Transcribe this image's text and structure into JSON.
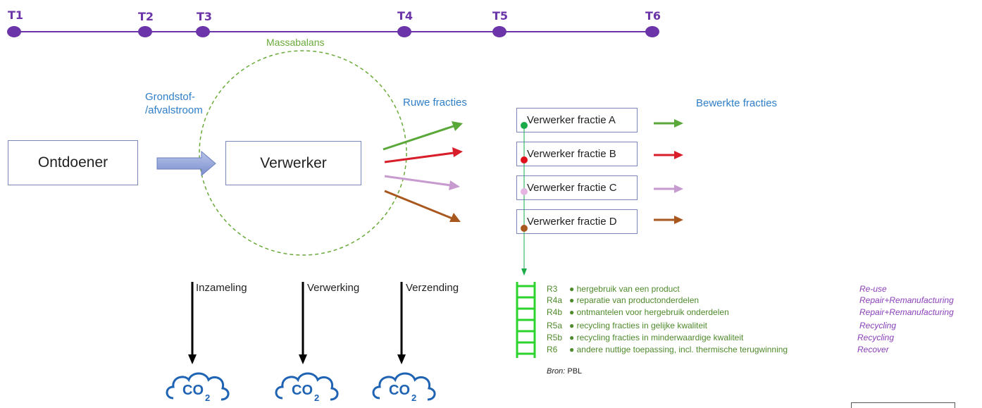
{
  "timeline": {
    "labels": [
      "T1",
      "T2",
      "T3",
      "T4",
      "T5",
      "T6"
    ]
  },
  "massabalans_label": "Massabalans",
  "input_label_line1": "Grondstof-",
  "input_label_line2": "/afvalstroom",
  "ontdoener_label": "Ontdoener",
  "verwerker_label": "Verwerker",
  "ruwe_fracties_label": "Ruwe fracties",
  "bewerkte_fracties_label": "Bewerkte fracties",
  "fractions": [
    {
      "label": "Verwerker fractie A",
      "color": "#5aa83a",
      "dot": "#1aaa4a"
    },
    {
      "label": "Verwerker fractie B",
      "color": "#d81e2a",
      "dot": "#e0101a"
    },
    {
      "label": "Verwerker fractie C",
      "color": "#c79ad0",
      "dot": "#e3b5e0"
    },
    {
      "label": "Verwerker fractie D",
      "color": "#a8571e",
      "dot": "#a8571e"
    }
  ],
  "steps": [
    "Inzameling",
    "Verwerking",
    "Verzending"
  ],
  "co2_label": "CO",
  "co2_sub": "2",
  "r_ladder": [
    {
      "code": "R3",
      "desc": "hergebruik van een product",
      "type": "Re-use"
    },
    {
      "code": "R4a",
      "desc": "reparatie van productonderdelen",
      "type": "Repair+Remanufacturing"
    },
    {
      "code": "R4b",
      "desc": "ontmantelen voor hergebruik onderdelen",
      "type": "Repair+Remanufacturing"
    },
    {
      "code": "R5a",
      "desc": "recycling fracties in gelijke kwaliteit",
      "type": "Recycling"
    },
    {
      "code": "R5b",
      "desc": "recycling fracties in minderwaardige kwaliteit",
      "type": "Recycling"
    },
    {
      "code": "R6",
      "desc": "andere nuttige toepassing, incl. thermische terugwinning",
      "type": "Recover"
    }
  ],
  "bron_prefix": "Bron:",
  "bron_value": "PBL",
  "colors": {
    "timeline": "#6b34a8",
    "massabalans": "#6aaa3a",
    "ladder": "#2cd32c",
    "blue_text": "#2f7fc8"
  }
}
